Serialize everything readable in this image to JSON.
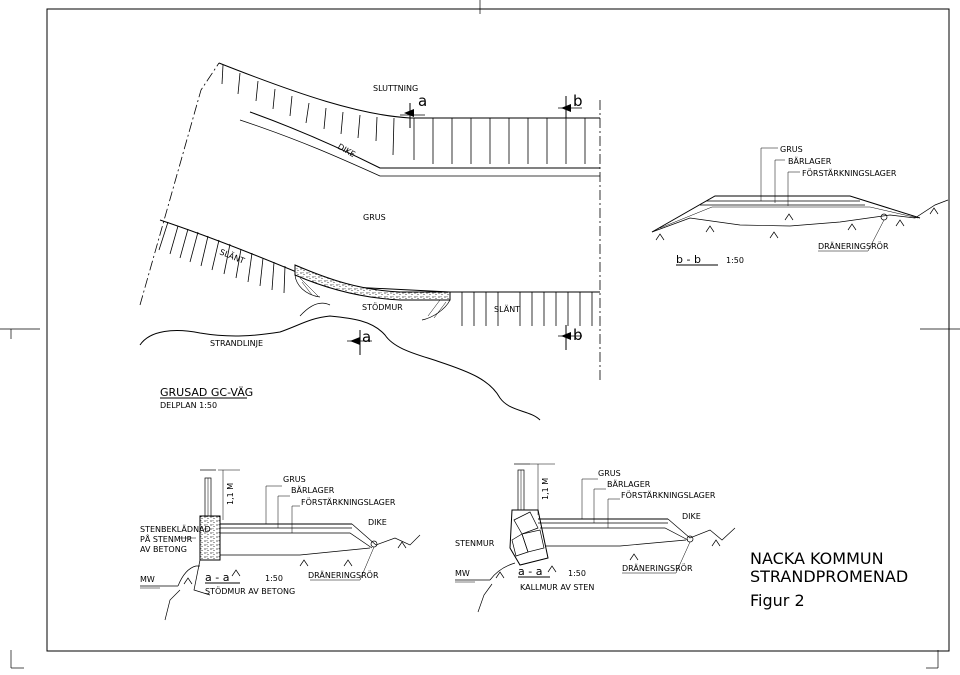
{
  "plan": {
    "slope_top": "SLUTTNING",
    "ditch": "DIKE",
    "gravel": "GRUS",
    "slope_left": "SLÄNT",
    "slope_right": "SLÄNT",
    "retaining_wall": "STÖDMUR",
    "shoreline": "STRANDLINJE",
    "section_a_top": "a",
    "section_a_bottom": "a",
    "section_b_top": "b",
    "section_b_bottom": "b",
    "title": "GRUSAD GC-VÄG",
    "subtitle": "DELPLAN 1:50"
  },
  "section_bb": {
    "layer_gravel": "GRUS",
    "layer_base": "BÄRLAGER",
    "layer_subbase": "FÖRSTÄRKNINGSLAGER",
    "drain": "DRÄNERINGSRÖR",
    "label": "b - b",
    "scale": "1:50"
  },
  "section_aa_concrete": {
    "layer_gravel": "GRUS",
    "layer_base": "BÄRLAGER",
    "layer_subbase": "FÖRSTÄRKNINGSLAGER",
    "ditch": "DIKE",
    "height": "1,1 M",
    "facing_1": "STENBEKLÄDNAD",
    "facing_2": "PÅ STENMUR",
    "facing_3": "AV BETONG",
    "water": "MW",
    "label": "a - a",
    "scale": "1:50",
    "sub": "STÖDMUR AV BETONG",
    "drain": "DRÄNERINGSRÖR"
  },
  "section_aa_stone": {
    "layer_gravel": "GRUS",
    "layer_base": "BÄRLAGER",
    "layer_subbase": "FÖRSTÄRKNINGSLAGER",
    "ditch": "DIKE",
    "height": "1,1 M",
    "wall": "STENMUR",
    "water": "MW",
    "label": "a - a",
    "scale": "1:50",
    "sub": "KALLMUR AV STEN",
    "drain": "DRÄNERINGSRÖR"
  },
  "title_block": {
    "line1": "NACKA KOMMUN",
    "line2": "STRANDPROMENAD",
    "line3": "Figur 2"
  }
}
